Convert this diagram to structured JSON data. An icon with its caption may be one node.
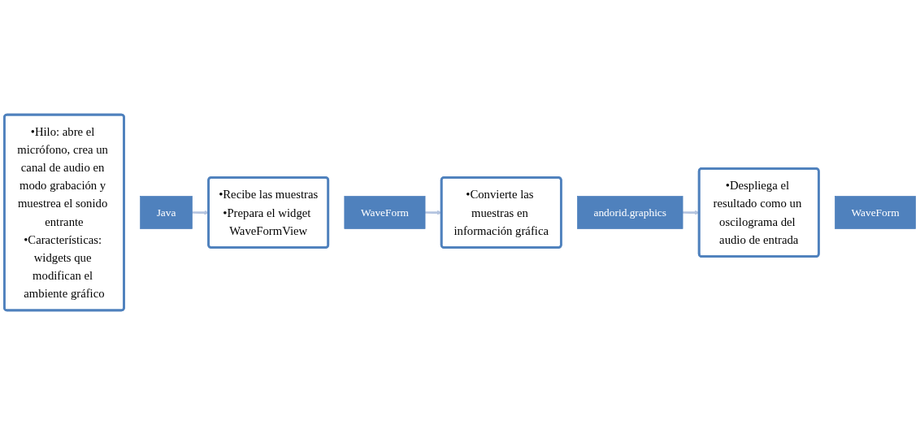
{
  "diagram": {
    "nodes": [
      {
        "text": [
          "•Hilo: abre el micrófono, crea un canal de audio en modo grabación y muestrea el sonido entrante",
          "•Características: widgets que modifican el ambiente gráfico"
        ]
      },
      {
        "text": [
          "Java"
        ]
      },
      {
        "text": [
          "•Recibe las muestras",
          "•Prepara el widget WaveFormView"
        ]
      },
      {
        "text": [
          "WaveForm"
        ]
      },
      {
        "text": [
          "•Convierte las muestras en información gráfica"
        ]
      },
      {
        "text": [
          "andorid.graphics"
        ]
      },
      {
        "text": [
          "•Despliega el resultado como un oscilograma del audio de entrada"
        ]
      },
      {
        "text": [
          "WaveForm"
        ]
      }
    ],
    "edges": [
      {
        "from": 1,
        "to": 2,
        "arrow": "to",
        "color": "#b4c4e0"
      },
      {
        "from": 3,
        "to": 4,
        "arrow": "to",
        "color": "#b4c4e0"
      },
      {
        "from": 5,
        "to": 6,
        "arrow": "to",
        "color": "#b4c4e0"
      }
    ]
  }
}
